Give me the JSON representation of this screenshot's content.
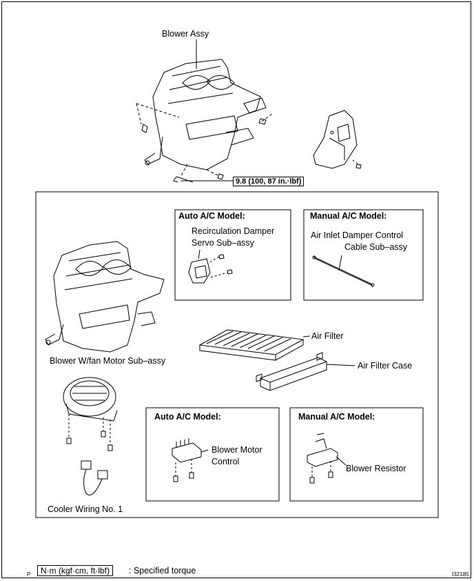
{
  "labels": {
    "blower_assy": "Blower Assy",
    "torque_value": "9.8 (100, 87 in.·lbf)",
    "auto_ac_1": "Auto A/C Model:",
    "recirc_servo_l1": "Recirculation Damper",
    "recirc_servo_l2": "Servo Sub–assy",
    "manual_ac_1": "Manual A/C Model:",
    "air_inlet_l1": "Air Inlet Damper Control",
    "air_inlet_l2": "Cable Sub–assy",
    "air_filter": "Air Filter",
    "air_filter_case": "Air Filter Case",
    "blower_motor": "Blower W/fan Motor Sub–assy",
    "auto_ac_2": "Auto A/C Model:",
    "blower_motor_control_l1": "Blower Motor",
    "blower_motor_control_l2": "Control",
    "manual_ac_2": "Manual A/C Model:",
    "blower_resistor": "Blower Resistor",
    "cooler_wiring": "Cooler Wiring No. 1"
  },
  "legend": {
    "unit": "N·m (kgf·cm, ft·lbf)",
    "description": ": Specified torque"
  },
  "page_code": "P",
  "figure_id": "I32185"
}
